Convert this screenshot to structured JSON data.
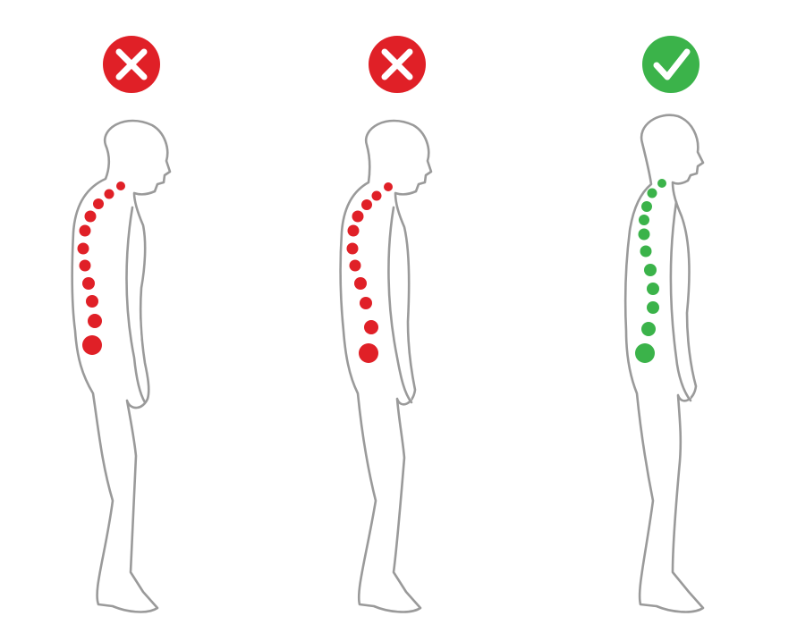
{
  "colors": {
    "bad": "#e02027",
    "good": "#3bb34a",
    "outline": "#9a9a9a",
    "background": "#ffffff"
  },
  "postures": [
    {
      "verdict": "incorrect",
      "badge_icon": "cross-icon",
      "spine_color": "#e02027"
    },
    {
      "verdict": "incorrect",
      "badge_icon": "cross-icon",
      "spine_color": "#e02027"
    },
    {
      "verdict": "correct",
      "badge_icon": "check-icon",
      "spine_color": "#3bb34a"
    }
  ]
}
